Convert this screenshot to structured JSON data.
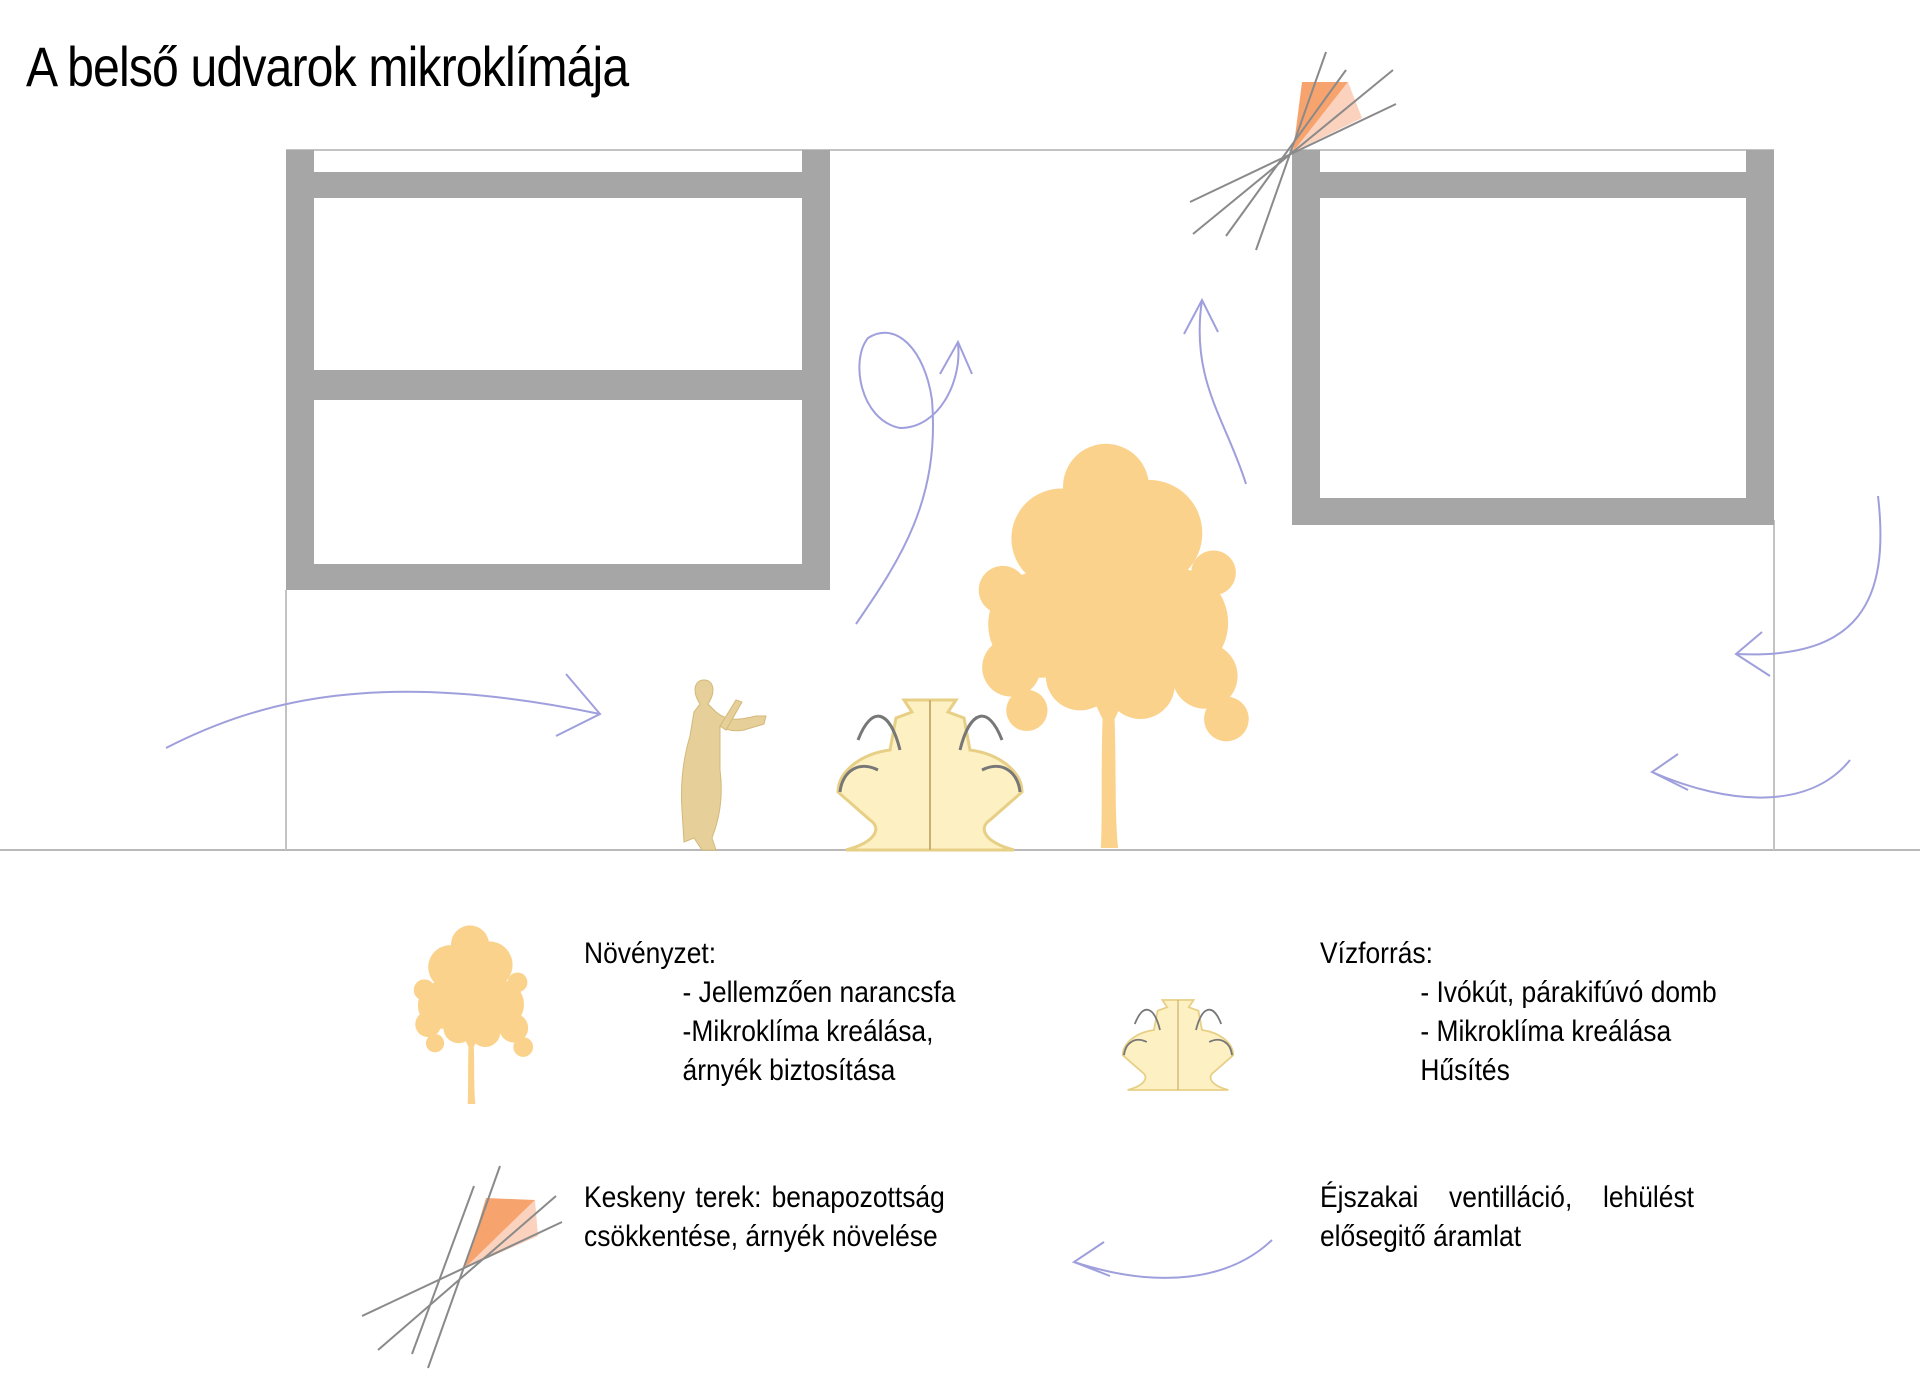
{
  "title": "A belső udvarok mikroklímája",
  "colors": {
    "wall": "#a6a6a6",
    "outline": "#c3c3c3",
    "tree": "#fbd28b",
    "fountain_fill": "#fdf1c3",
    "figure": "#e6cf99",
    "wind": "#9f9fdd",
    "sun_wedge_dark": "#f7a36e",
    "sun_wedge_light": "#fbd2bd",
    "sun_lines": "#8a8a8a"
  },
  "icons": [
    "tree-icon",
    "fountain-icon",
    "sun-angle-icon",
    "wind-arrow-icon",
    "human-figure-icon"
  ],
  "legend": {
    "vegetation": {
      "heading": "Növényzet:",
      "lines": [
        "- Jellemzően narancsfa",
        "-Mikroklíma kreálása,",
        "árnyék biztosítása"
      ]
    },
    "water": {
      "heading": "Vízforrás:",
      "lines": [
        "- Ivókút, párakifúvó domb",
        "- Mikroklíma kreálása",
        "Hűsítés"
      ]
    },
    "narrow": {
      "line1": [
        "Keskeny",
        "terek:",
        "benapozottság"
      ],
      "line2": "csökkentése, árnyék növelése"
    },
    "night": {
      "line1": [
        "Éjszakai",
        "ventilláció,",
        "lehülést"
      ],
      "line2": "elősegitő áramlat"
    }
  }
}
